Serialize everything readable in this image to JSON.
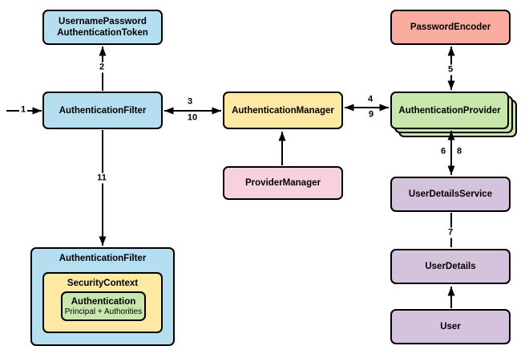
{
  "colors": {
    "box_blue": "#B5DEF0",
    "box_yellow": "#FDE8A4",
    "box_green": "#C9E7AD",
    "box_pink": "#F7D2DE",
    "box_salmon": "#FBACA1",
    "box_purple": "#D5C2DC",
    "border": "#000000"
  },
  "nodes": {
    "token": {
      "line1": "UsernamePassword",
      "line2": "AuthenticationToken"
    },
    "authentication_filter": {
      "label": "AuthenticationFilter"
    },
    "authentication_manager": {
      "label": "AuthenticationManager"
    },
    "provider_manager": {
      "label": "ProviderManager"
    },
    "password_encoder": {
      "label": "PasswordEncoder"
    },
    "authentication_provider": {
      "label": "AuthenticationProvider"
    },
    "user_details_service": {
      "label": "UserDetailsService"
    },
    "user_details": {
      "label": "UserDetails"
    },
    "user": {
      "label": "User"
    },
    "filter_context": {
      "label": "AuthenticationFilter",
      "security_context": "SecurityContext",
      "authentication": "Authentication",
      "principal": "Principal + Authorities"
    }
  },
  "edge_labels": {
    "step1": "1",
    "step2": "2",
    "step3": "3",
    "step10": "10",
    "step4": "4",
    "step9": "9",
    "step5": "5",
    "step6": "6",
    "step8": "8",
    "step7": "7",
    "step11": "11"
  }
}
